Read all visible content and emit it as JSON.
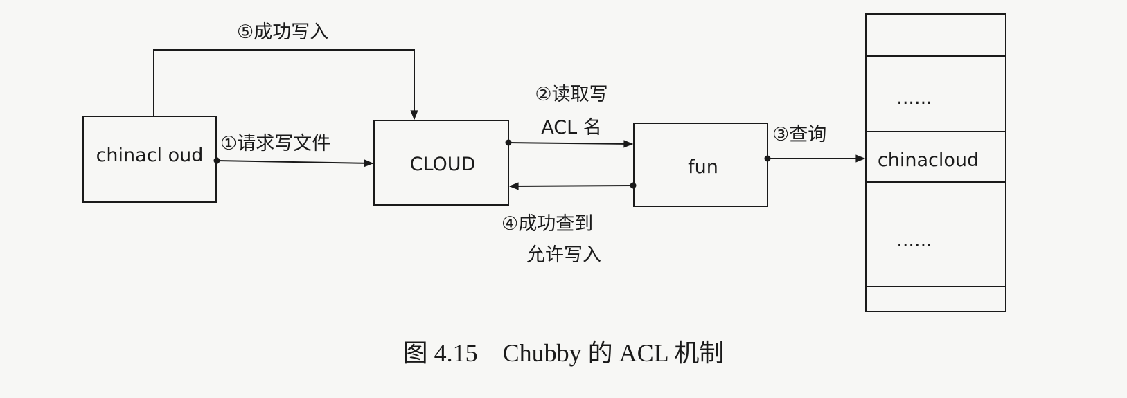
{
  "nodes": {
    "client": "chinacl oud",
    "master": "CLOUD",
    "acl_file": "fun"
  },
  "table": {
    "rows": [
      "",
      "......",
      "chinacloud",
      "......",
      ""
    ]
  },
  "edges": {
    "step1": "①请求写文件",
    "step2_line1": "②读取写",
    "step2_line2": "ACL 名",
    "step3": "③查询",
    "step4_line1": "④成功查到",
    "step4_line2": "允许写入",
    "step5": "⑤成功写入"
  },
  "caption": "图 4.15　Chubby 的 ACL 机制"
}
